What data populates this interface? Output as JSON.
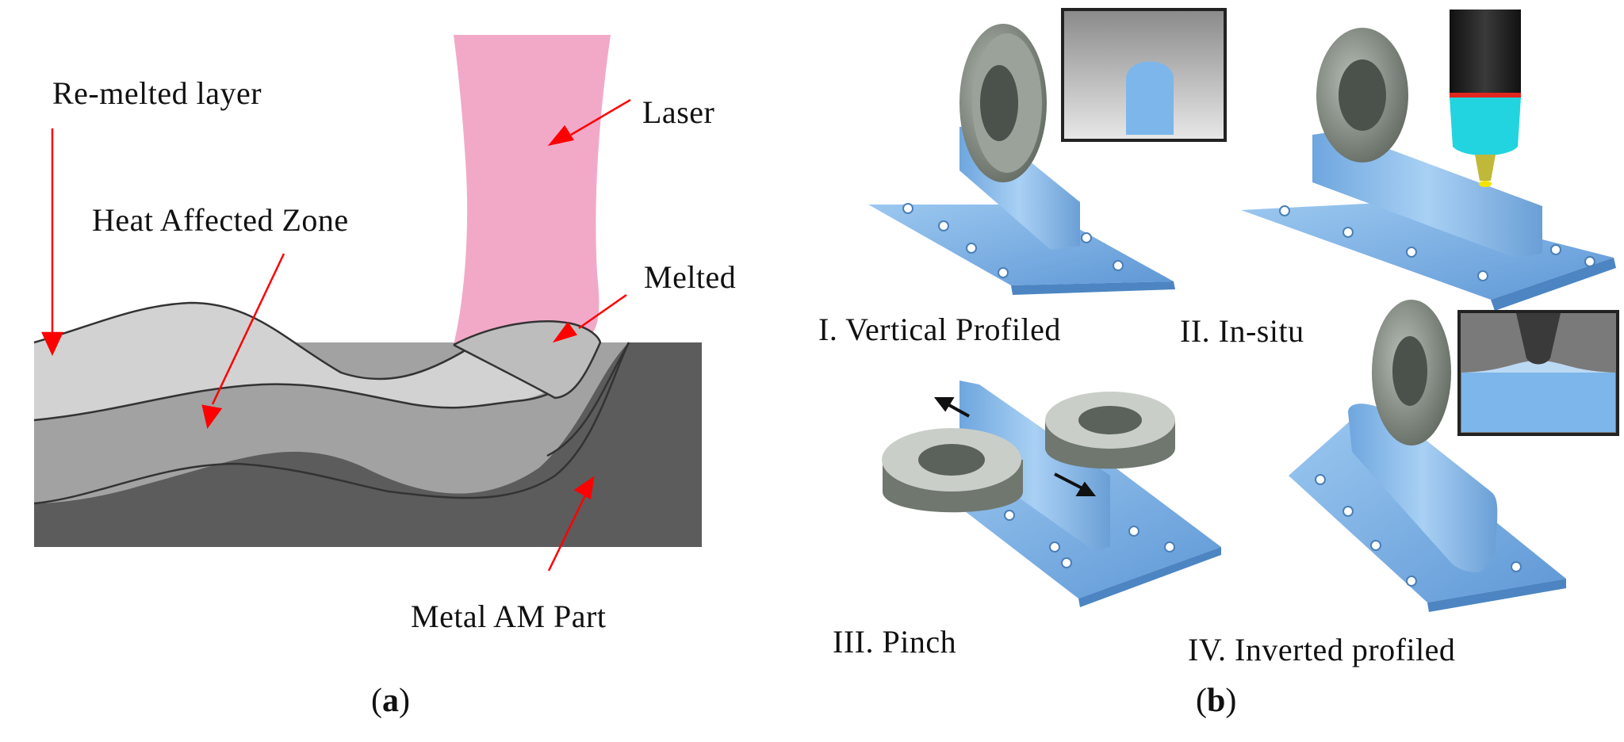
{
  "panel_a": {
    "labels": {
      "remelted": "Re-melted layer",
      "haz": "Heat Affected Zone",
      "laser": "Laser",
      "melted": "Melted",
      "part": "Metal AM Part"
    },
    "caption_open": "(",
    "caption_letter": "a",
    "caption_close": ")"
  },
  "panel_b": {
    "labels": {
      "i": "I. Vertical Profiled",
      "ii": "II. In-situ",
      "iii": "III. Pinch",
      "iv": "IV. Inverted profiled"
    },
    "caption_open": "(",
    "caption_letter": "b",
    "caption_close": ")"
  },
  "colors": {
    "laser": "#f2a9c8",
    "remelted": "#d2d2d2",
    "haz": "#a2a2a2",
    "part": "#5c5c5c",
    "arrow": "#ff0000",
    "plate": "#7fb3e6",
    "roller": "#8d958d",
    "nozzle": "#22d4e0"
  }
}
